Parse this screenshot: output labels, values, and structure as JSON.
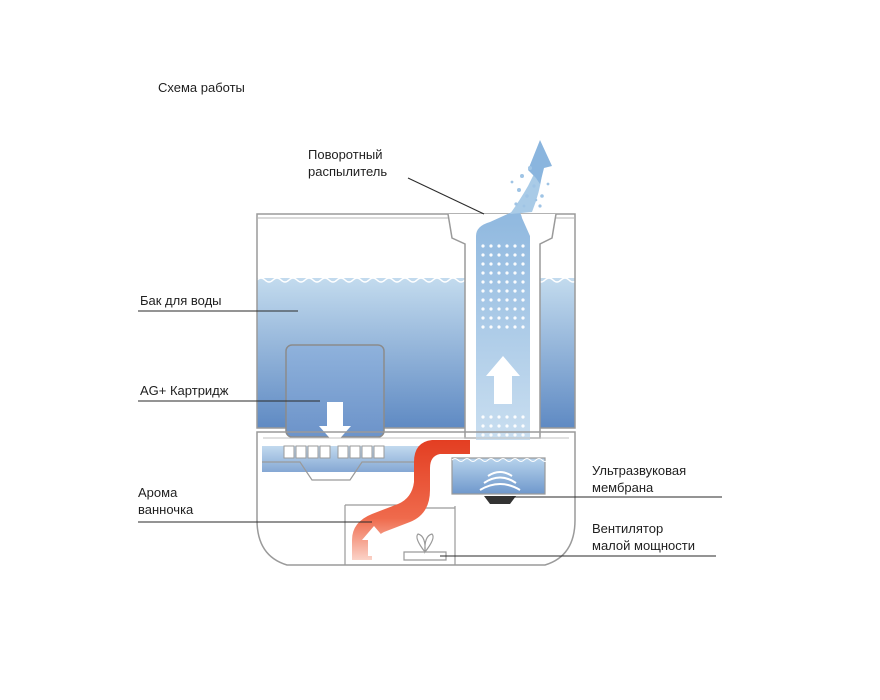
{
  "title": "Схема работы",
  "labels": {
    "sprayer": [
      "Поворотный",
      "распылитель"
    ],
    "tank": [
      "Бак для воды"
    ],
    "cartridge": [
      "AG+ Картридж"
    ],
    "aroma": [
      "Арома",
      "ванночка"
    ],
    "membrane": [
      "Ультразвуковая",
      "мембрана"
    ],
    "fan": [
      "Вентилятор",
      "малой мощности"
    ]
  },
  "colors": {
    "outline": "#9a9a9a",
    "water_top": "#bcd6ea",
    "water_bottom": "#5b87c1",
    "mist": "#a9cbe7",
    "air_flow": "#e8442a",
    "leader": "#2a2a2a"
  }
}
